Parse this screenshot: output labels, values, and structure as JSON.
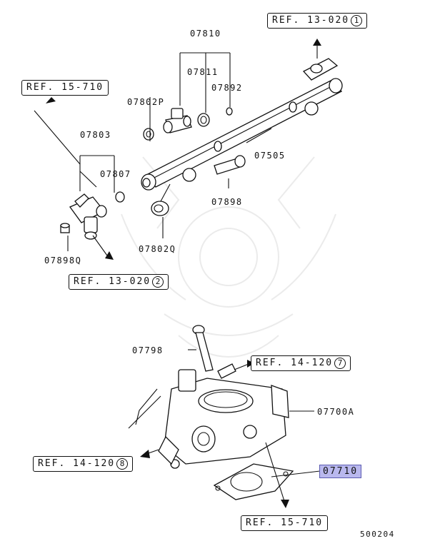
{
  "labels": {
    "p07810": "07810",
    "p07811": "07811",
    "p07892": "07892",
    "p07802P": "07802P",
    "p07803": "07803",
    "p07807": "07807",
    "p07505": "07505",
    "p07898": "07898",
    "p07802Q": "07802Q",
    "p07898Q": "07898Q",
    "p07798": "07798",
    "p07700A": "07700A",
    "p07710": "07710",
    "diagram_code": "500204"
  },
  "refs": {
    "top": {
      "text": "REF. 13-020",
      "num": "1"
    },
    "left": {
      "text": "REF. 15-710"
    },
    "mid": {
      "text": "REF. 13-020",
      "num": "2"
    },
    "right": {
      "text": "REF. 14-120",
      "num": "7"
    },
    "lower_left": {
      "text": "REF. 14-120",
      "num": "8"
    },
    "bottom": {
      "text": "REF. 15-710"
    }
  },
  "colors": {
    "highlight": "#b9b8ee"
  }
}
